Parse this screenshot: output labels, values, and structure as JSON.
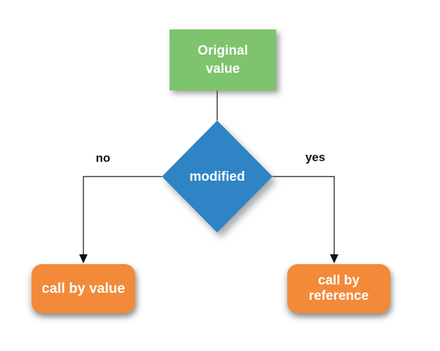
{
  "diagram": {
    "type": "flowchart",
    "background": "#ffffff",
    "line_color": "#3a3a3a",
    "arrow_color": "#111111",
    "nodes": {
      "original_value": {
        "label": "Original\nvalue",
        "shape": "rectangle",
        "color": "#7ec36e",
        "text_color": "#ffffff"
      },
      "modified": {
        "label": "modified",
        "shape": "diamond",
        "color": "#2e84c4",
        "text_color": "#ffffff"
      },
      "call_by_value": {
        "label": "call by value",
        "shape": "rounded-rectangle",
        "color": "#f28a39",
        "text_color": "#ffffff"
      },
      "call_by_reference": {
        "label": "call by reference",
        "shape": "rounded-rectangle",
        "color": "#f28a39",
        "text_color": "#ffffff"
      }
    },
    "edges": [
      {
        "from": "original_value",
        "to": "modified",
        "label": ""
      },
      {
        "from": "modified",
        "to": "call_by_value",
        "label": "no"
      },
      {
        "from": "modified",
        "to": "call_by_reference",
        "label": "yes"
      }
    ]
  }
}
